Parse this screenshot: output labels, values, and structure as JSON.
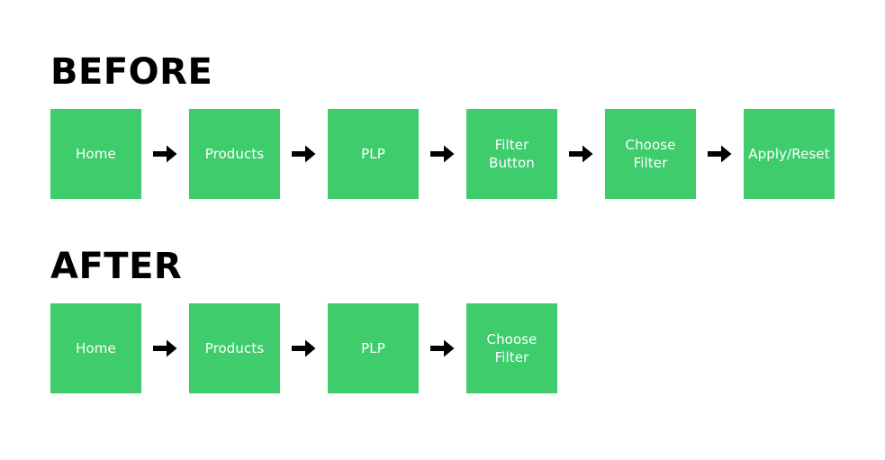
{
  "theme": {
    "background": "#ffffff",
    "node_fill": "#3ecc6d",
    "node_text": "#ffffff",
    "heading_text": "#000000",
    "arrow_color": "#000000"
  },
  "sections": [
    {
      "id": "before",
      "heading": "BEFORE",
      "nodes": [
        {
          "label": "Home"
        },
        {
          "label": "Products"
        },
        {
          "label": "PLP"
        },
        {
          "label": "Filter\nButton"
        },
        {
          "label": "Choose\nFilter"
        },
        {
          "label": "Apply/Reset"
        }
      ],
      "arrow_icon": "arrow-right-icon"
    },
    {
      "id": "after",
      "heading": "AFTER",
      "nodes": [
        {
          "label": "Home"
        },
        {
          "label": "Products"
        },
        {
          "label": "PLP"
        },
        {
          "label": "Choose\nFilter"
        }
      ],
      "arrow_icon": "arrow-right-icon"
    }
  ]
}
